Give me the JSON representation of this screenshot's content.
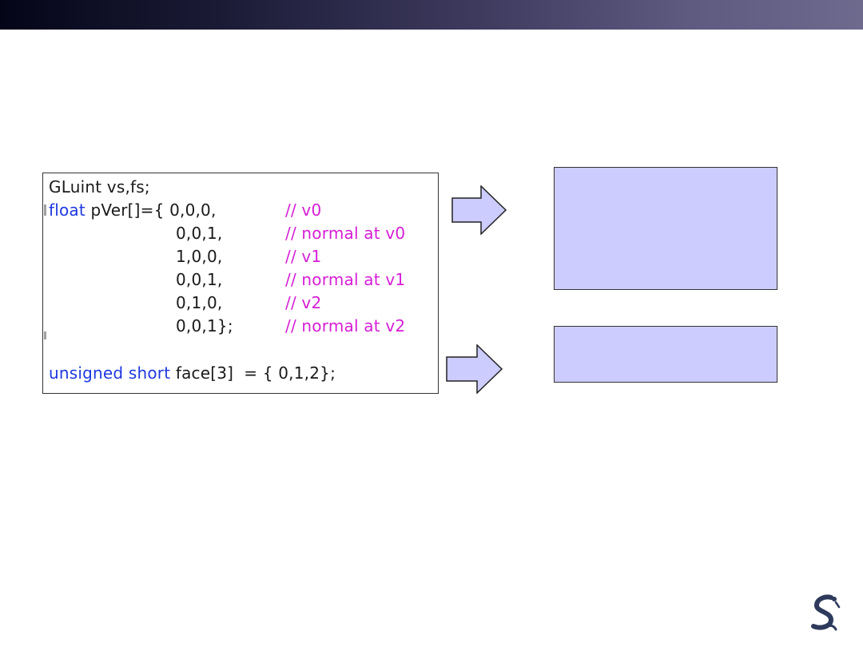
{
  "slide": {
    "code": {
      "line1": "GLuint vs,fs;",
      "line2_kw": "float",
      "line2_rest": " pVer[]={ 0,0,0,",
      "line2_comment": "// v0",
      "line3_values": "0,0,1,",
      "line3_comment": "// normal at v0",
      "line4_values": "1,0,0,",
      "line4_comment": "// v1",
      "line5_values": "0,0,1,",
      "line5_comment": "// normal at v1",
      "line6_values": "0,1,0,",
      "line6_comment": "// v2",
      "line7_values": "0,0,1};",
      "line7_comment": "// normal at v2",
      "line8_kw": "unsigned short",
      "line8_rest": " face[3]  = { 0,1,2};"
    },
    "colors": {
      "keyword": "#1e38e0",
      "comment": "#d61ed6",
      "box_fill": "#ccccff",
      "title_bar_start": "#050518",
      "title_bar_end": "#6e6a8e"
    },
    "icons": {
      "arrow_top": "right-arrow-icon",
      "arrow_bottom": "right-arrow-icon",
      "logo": "university-logo-icon"
    }
  }
}
